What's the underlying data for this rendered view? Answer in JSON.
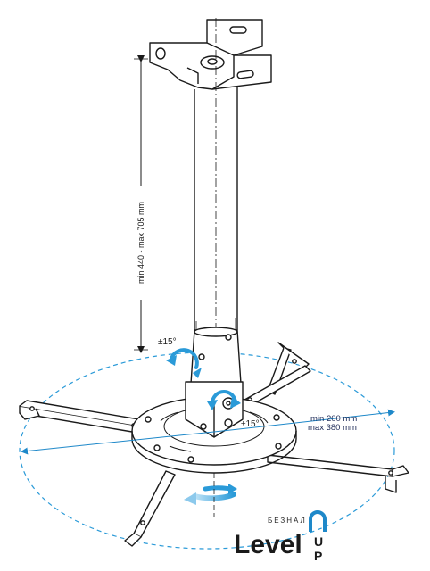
{
  "diagram": {
    "height_label": "min 440 - max 705 mm",
    "tilt_label_upper": "±15°",
    "tilt_label_lower": "±15°",
    "arm_range_line1": "min 200 mm",
    "arm_range_line2": "max 380 mm"
  },
  "logo": {
    "sub": "БЕЗНАЛ",
    "main": "Level",
    "suffix_u": "U",
    "suffix_p": "P"
  },
  "colors": {
    "line": "#1a1a1a",
    "accent_blue": "#1e88c9",
    "arrow_blue": "#2a9ad8",
    "dark_text": "#1d2a57"
  }
}
